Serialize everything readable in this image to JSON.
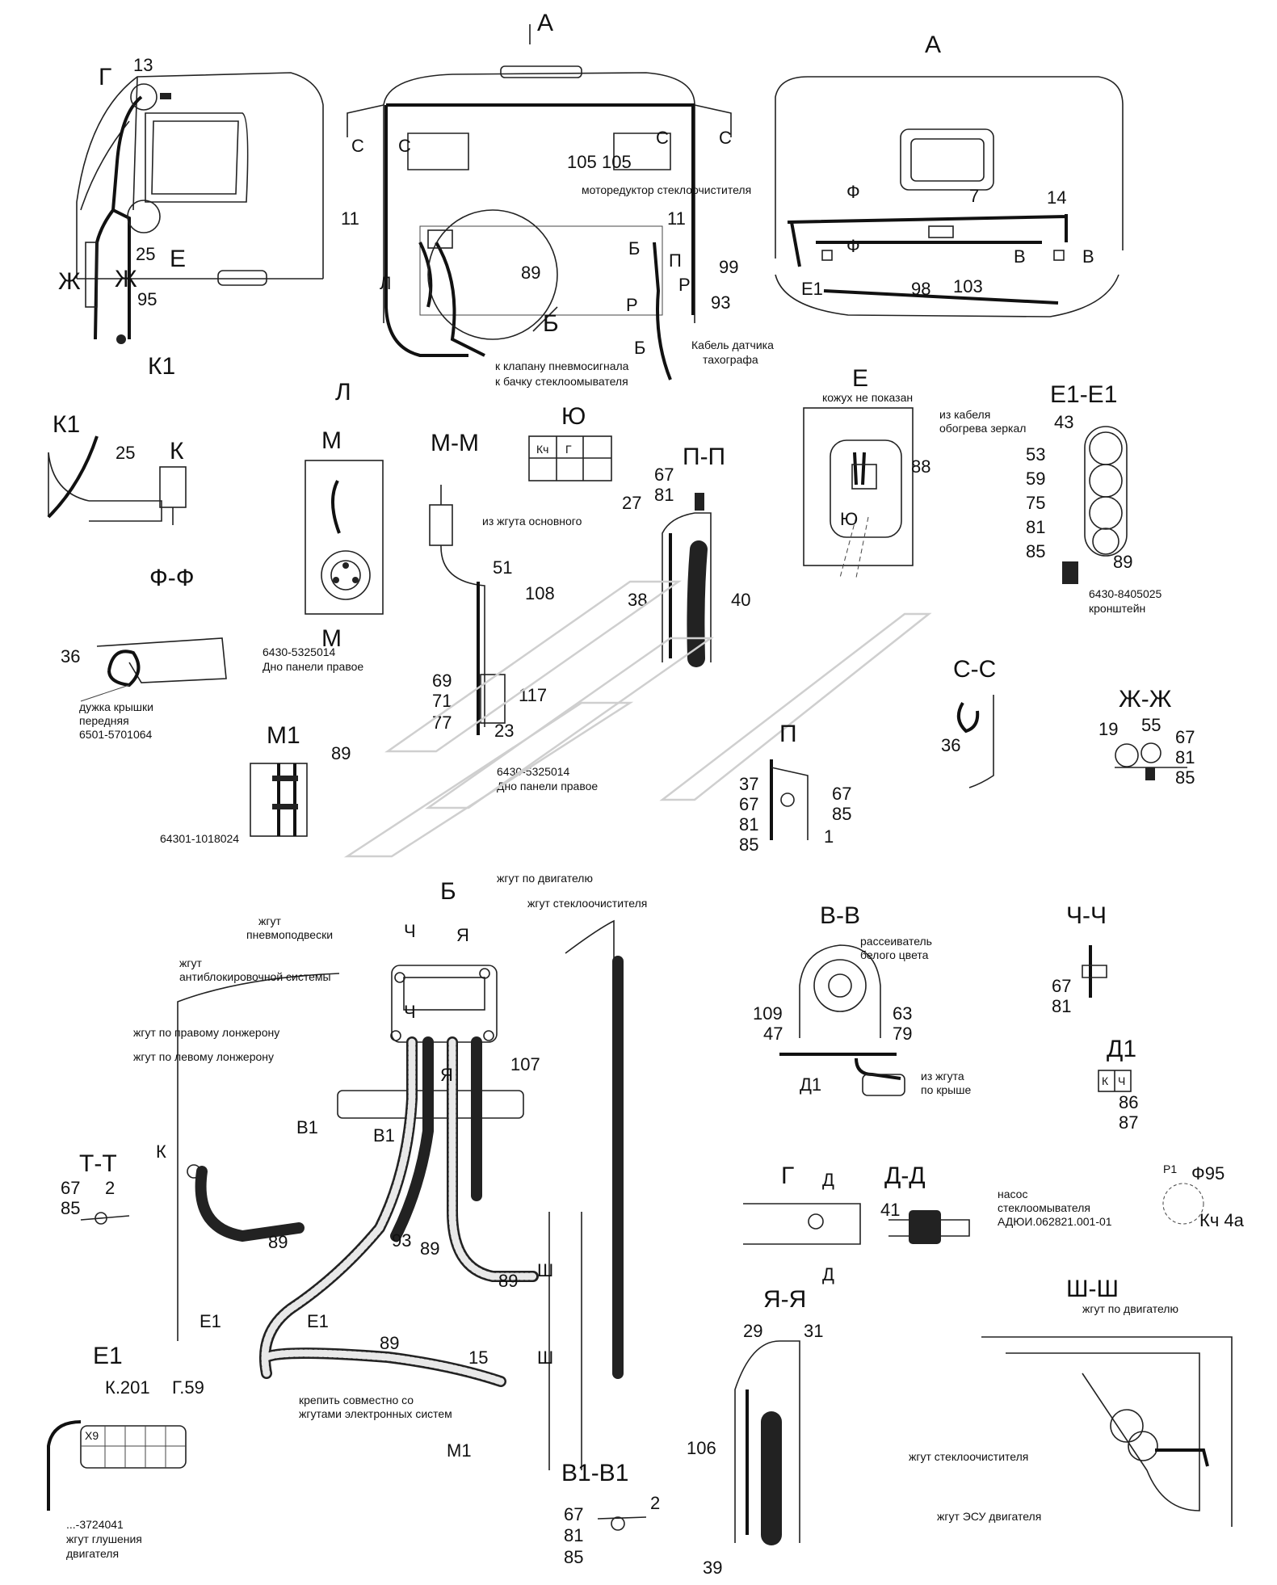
{
  "views": {
    "A_top": "А",
    "A_right": "А",
    "L": "Л",
    "MM": "М-М",
    "YU": "Ю",
    "PP": "П-П",
    "E": "Е",
    "E1E1": "Е1-Е1",
    "K1": "К1",
    "K": "К",
    "FF": "Ф-Ф",
    "CC": "С-С",
    "ZhZh": "Ж-Ж",
    "M1": "М1",
    "P": "П",
    "B": "Б",
    "VV": "В-В",
    "ChCh": "Ч-Ч",
    "D1": "Д1",
    "TT": "Т-Т",
    "G": "Г",
    "DD": "Д-Д",
    "E1": "Е1",
    "B1B1": "В1-В1",
    "YaYa": "Я-Я",
    "ShSh": "Ш-Ш",
    "M_upper": "М",
    "M_lower": "М"
  },
  "cab_side": {
    "letters": [
      "Г",
      "13",
      "Е",
      "25",
      "Ж",
      "Ж",
      "95",
      "К1"
    ]
  },
  "cab_rear": {
    "letters": [
      "С",
      "С",
      "С",
      "С",
      "105",
      "105",
      "11",
      "11",
      "Л",
      "89",
      "Б",
      "Б",
      "П",
      "Р",
      "Р",
      "99",
      "93",
      "Б"
    ],
    "notes": [
      "моторедуктор стеклоочистителя",
      "к клапану пневмосигнала",
      "к бачку стеклоомывателя",
      "Кабель датчика",
      "тахографа"
    ]
  },
  "cab_front": {
    "letters": [
      "Ф",
      "7",
      "14",
      "Ф",
      "В",
      "В",
      "Е1",
      "98",
      "103"
    ]
  },
  "e_view": {
    "notes": [
      "кожух не показан",
      "из кабеля",
      "обогрева зеркал"
    ],
    "numbers": [
      "88",
      "Ю"
    ]
  },
  "e1e1_view": {
    "numbers": [
      "43",
      "53",
      "59",
      "75",
      "81",
      "85",
      "89"
    ],
    "notes": [
      "6430-8405025",
      "кронштейн"
    ]
  },
  "k1_view": {
    "numbers": [
      "25"
    ]
  },
  "m_view": {
    "notes": [
      "6430-5325014",
      "Дно панели правое"
    ]
  },
  "mm_view": {
    "numbers": [
      "51",
      "108",
      "69",
      "71",
      "77",
      "117",
      "23"
    ],
    "notes": [
      "из жгута основного",
      "6430-5325014",
      "Дно панели правое"
    ]
  },
  "yu_view": {
    "cells": [
      "Кч",
      "Г"
    ]
  },
  "pp_view": {
    "numbers": [
      "67",
      "81",
      "27",
      "38",
      "40"
    ]
  },
  "ff_view": {
    "numbers": [
      "36"
    ],
    "notes": [
      "дужка крышки",
      "передняя",
      "6501-5701064"
    ]
  },
  "cc_view": {
    "numbers": [
      "36"
    ]
  },
  "zhzh_view": {
    "numbers": [
      "19",
      "55",
      "67",
      "81",
      "85"
    ]
  },
  "m1_view": {
    "numbers": [
      "89"
    ],
    "notes": [
      "64301-1018024"
    ]
  },
  "p_view": {
    "numbers": [
      "37",
      "67",
      "81",
      "85",
      "67",
      "85",
      "1"
    ]
  },
  "b_view": {
    "notes": [
      "жгут по двигателю",
      "жгут стеклоочистителя",
      "жгут",
      "пневмоподвески",
      "жгут",
      "антиблокировочной системы",
      "жгут по правому лонжерону",
      "жгут по левому лонжерону",
      "крепить совместно со",
      "жгутами электронных систем"
    ],
    "letters": [
      "Ч",
      "Я",
      "Ч",
      "Я",
      "107",
      "В1",
      "В1",
      "К",
      "89",
      "93",
      "89",
      "89",
      "Ш",
      "Ш",
      "Е1",
      "Е1",
      "89",
      "15",
      "М1"
    ]
  },
  "vv_view": {
    "numbers": [
      "109",
      "47",
      "63",
      "79",
      "Д1"
    ],
    "notes": [
      "рассеиватель",
      "белого цвета",
      "из жгута",
      "по крыше"
    ]
  },
  "chch_view": {
    "numbers": [
      "67",
      "81"
    ]
  },
  "d1_view": {
    "cells": [
      "К",
      "Ч"
    ],
    "numbers": [
      "86",
      "87"
    ]
  },
  "tt_view": {
    "numbers": [
      "67",
      "2",
      "85"
    ]
  },
  "g_view": {
    "letters": [
      "Д",
      "Д"
    ]
  },
  "dd_view": {
    "numbers": [
      "41"
    ]
  },
  "pump_view": {
    "numbers": [
      "Р1",
      "Ф95",
      "Кч 4а"
    ],
    "notes": [
      "насос",
      "стеклоомывателя",
      "АДЮИ.062821.001-01"
    ]
  },
  "e1_view": {
    "labels": [
      "К.201",
      "Г.59",
      "Х9"
    ],
    "notes": [
      "...-3724041",
      "жгут глушения",
      "двигателя"
    ]
  },
  "b1b1_view": {
    "numbers": [
      "67",
      "2",
      "81",
      "85"
    ]
  },
  "yaya_view": {
    "numbers": [
      "29",
      "31",
      "106",
      "39"
    ]
  },
  "shsh_view": {
    "notes": [
      "жгут по двигателю",
      "жгут стеклоочистителя",
      "жгут ЭСУ двигателя"
    ]
  }
}
